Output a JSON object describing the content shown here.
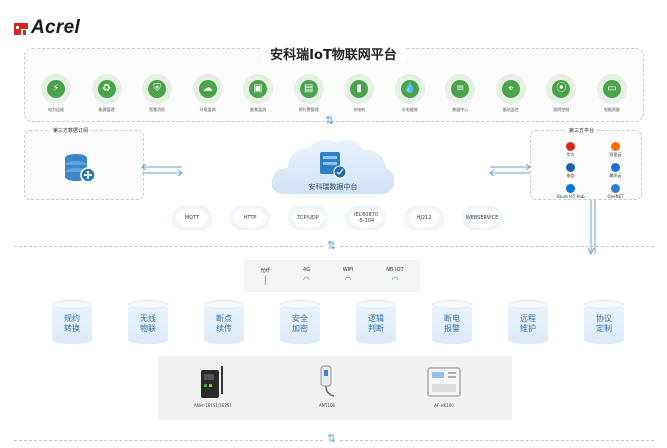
{
  "brand": {
    "logo_text": "Acrel"
  },
  "platform": {
    "title": "安科瑞IoT物联网平台",
    "items": [
      {
        "icon": "power-monitor-icon",
        "label": "电力运维",
        "glyph": "⚡"
      },
      {
        "icon": "recycle-icon",
        "label": "能源管理",
        "glyph": "♻"
      },
      {
        "icon": "shield-icon",
        "label": "智慧消防",
        "glyph": "⛨"
      },
      {
        "icon": "cloud-icon",
        "label": "环境监测",
        "glyph": "☁"
      },
      {
        "icon": "monitor-icon",
        "label": "能耗监测",
        "glyph": "▣"
      },
      {
        "icon": "meter-icon",
        "label": "预付费管理",
        "glyph": "▤"
      },
      {
        "icon": "battery-icon",
        "label": "充电桩",
        "glyph": "▮"
      },
      {
        "icon": "water-drop-icon",
        "label": "水电能效",
        "glyph": "💧"
      },
      {
        "icon": "database-icon",
        "label": "数据中心",
        "glyph": "≡"
      },
      {
        "icon": "antenna-icon",
        "label": "基站监控",
        "glyph": "⌖"
      },
      {
        "icon": "location-icon",
        "label": "照明控制",
        "glyph": "⦿"
      },
      {
        "icon": "screen-icon",
        "label": "电能质量",
        "glyph": "▭"
      }
    ]
  },
  "left_panel": {
    "label": "第三方数据订阅"
  },
  "right_panel": {
    "label": "第三方平台",
    "vendors": [
      {
        "name": "华为",
        "icon": "huawei-icon",
        "color": "#d7261f"
      },
      {
        "name": "阿里云",
        "icon": "aliyun-icon",
        "color": "#ff6a00"
      },
      {
        "name": "电信",
        "icon": "telecom-icon",
        "color": "#2060a8"
      },
      {
        "name": "腾讯云",
        "icon": "tencent-icon",
        "color": "#1e6fd9"
      },
      {
        "name": "Azure IoT Hub",
        "icon": "azure-icon",
        "color": "#0078d4"
      },
      {
        "name": "OneNET",
        "icon": "onenet-icon",
        "color": "#2f7fd0"
      }
    ]
  },
  "hub": {
    "label": "安科瑞数据中台"
  },
  "protocols": [
    "MQTT",
    "HTTP",
    "TCP/UDP",
    "IEC60870\n-5-104",
    "HJ212",
    "WEBSERVICE"
  ],
  "networks": [
    {
      "label": "光纤",
      "icon": "fiber-icon"
    },
    {
      "label": "4G",
      "icon": "4g-wifi-icon"
    },
    {
      "label": "WIFI",
      "icon": "wifi-icon"
    },
    {
      "label": "NB-IOT",
      "icon": "nbiot-icon"
    }
  ],
  "features": [
    {
      "line1": "规约",
      "line2": "转换"
    },
    {
      "line1": "无线",
      "line2": "物联"
    },
    {
      "line1": "断点",
      "line2": "续传"
    },
    {
      "line1": "安全",
      "line2": "加密"
    },
    {
      "line1": "逻辑",
      "line2": "判断"
    },
    {
      "line1": "断电",
      "line2": "报警"
    },
    {
      "line1": "远程",
      "line2": "维护"
    },
    {
      "line1": "协议",
      "line2": "定制"
    }
  ],
  "devices": [
    {
      "label": "ANet-1E1S1/1E2S1",
      "icon": "gateway-device-icon"
    },
    {
      "label": "AMT100",
      "icon": "sensor-device-icon"
    },
    {
      "label": "AF-HK100",
      "icon": "controller-device-icon"
    }
  ],
  "colors": {
    "accent": "#2d6fa8",
    "green": "#4aa24a",
    "arrow": "#6aa3cf"
  }
}
